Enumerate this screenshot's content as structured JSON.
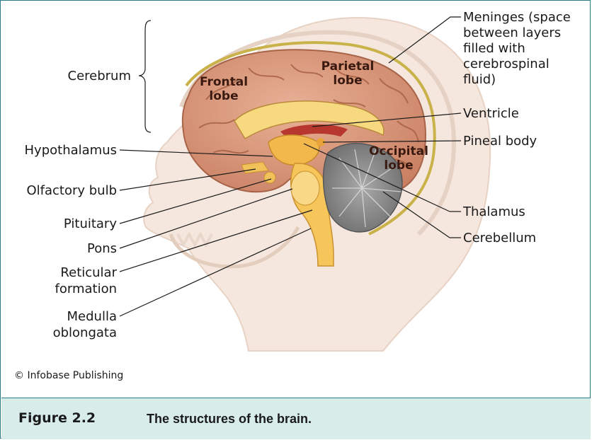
{
  "labels": {
    "cerebrum": "Cerebrum",
    "hypothalamus": "Hypothalamus",
    "olfactory_bulb": "Olfactory bulb",
    "pituitary": "Pituitary",
    "pons": "Pons",
    "reticular_1": "Reticular",
    "reticular_2": "formation",
    "medulla_1": "Medulla",
    "medulla_2": "oblongata",
    "meninges_1": "Meninges (space",
    "meninges_2": "between layers",
    "meninges_3": "filled with",
    "meninges_4": "cerebrospinal",
    "meninges_5": "fluid)",
    "ventricle": "Ventricle",
    "pineal_body": "Pineal body",
    "thalamus": "Thalamus",
    "cerebellum": "Cerebellum"
  },
  "lobes": {
    "frontal_1": "Frontal",
    "frontal_2": "lobe",
    "parietal_1": "Parietal",
    "parietal_2": "lobe",
    "occipital_1": "Occipital",
    "occipital_2": "lobe"
  },
  "credit": "© Infobase Publishing",
  "caption": {
    "label": "Figure 2.2",
    "text": "The structures of the brain."
  },
  "colors": {
    "frame": "#2f7d84",
    "caption_bg": "#d8ecea",
    "brain": "#d99a7c",
    "brainstem": "#f6c65a",
    "cerebellum": "#8c8c8c",
    "meninges": "#c9b24a"
  }
}
